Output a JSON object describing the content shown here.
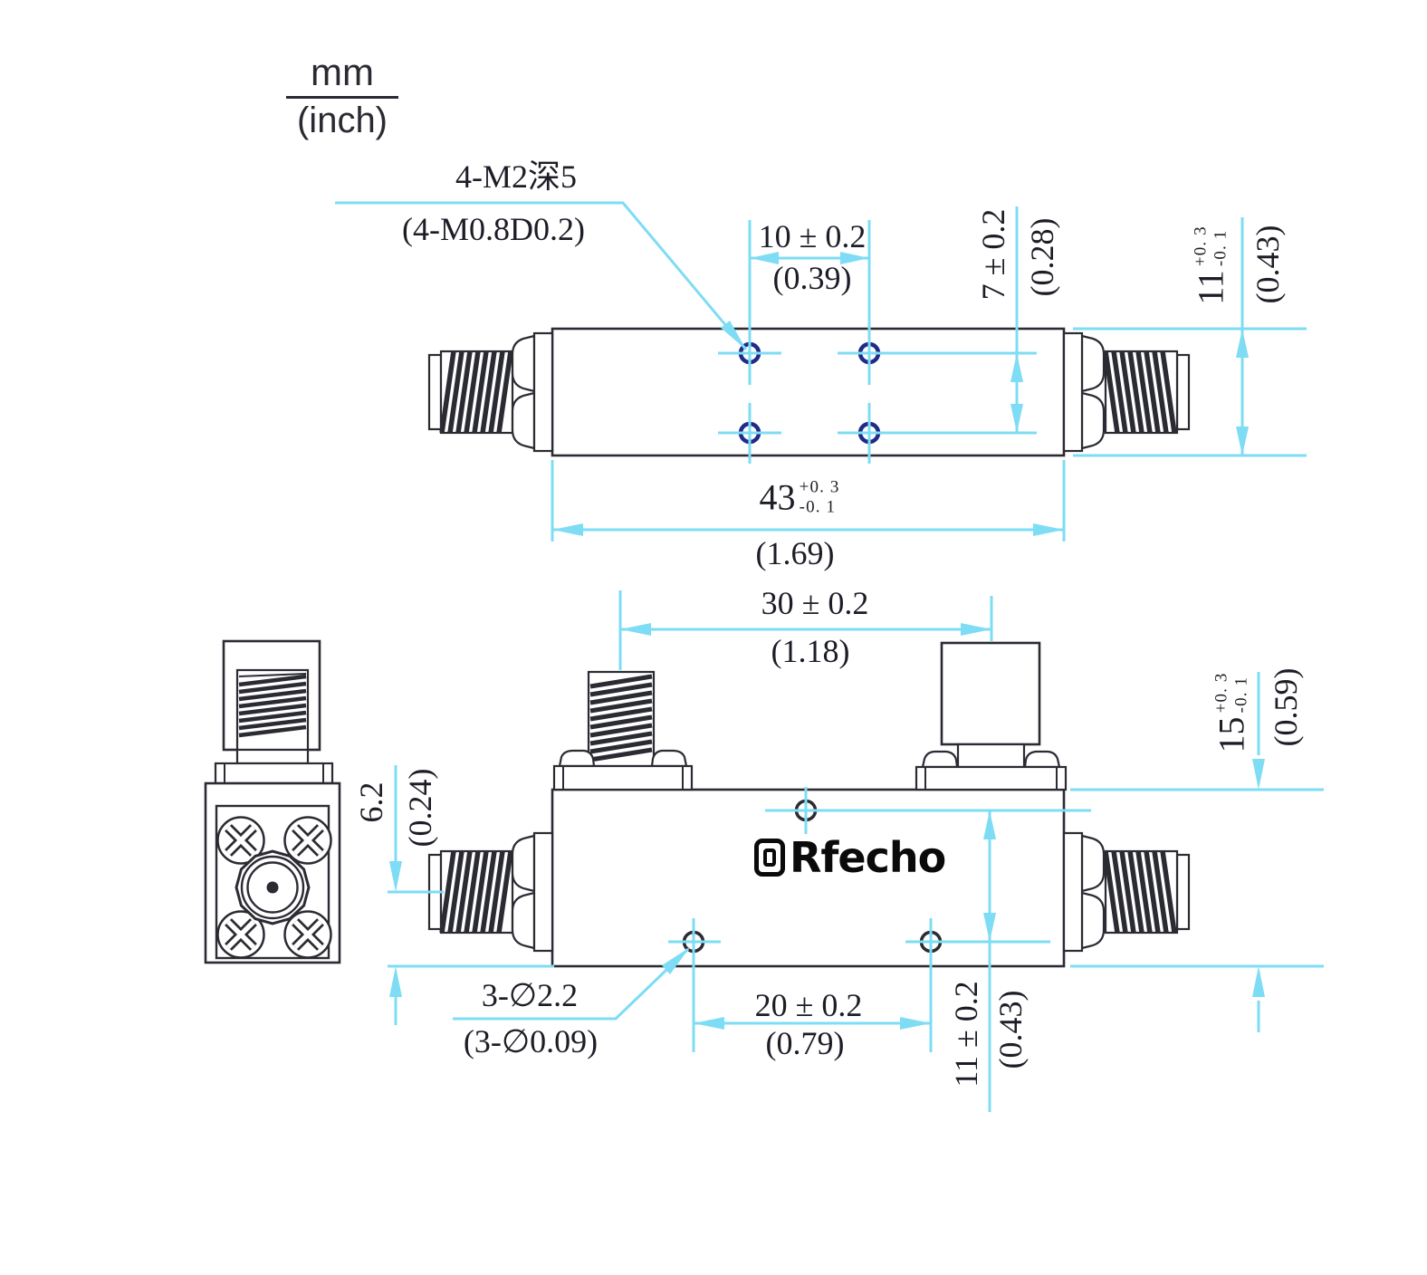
{
  "unit_legend": {
    "numerator": "mm",
    "denominator": "(inch)"
  },
  "notes": {
    "screw_thread": {
      "line1": "4-M2深5",
      "line2": "(4-M0.8D0.2)"
    },
    "mount_holes": {
      "line1": "3-∅2.2",
      "line2": "(3-∅0.09)"
    }
  },
  "dimensions": {
    "hole_spacing_x": {
      "mm": "10 ± 0.2",
      "inch": "(0.39)"
    },
    "hole_spacing_y": {
      "mm": "7 ± 0.2",
      "inch": "(0.28)"
    },
    "body_width": {
      "value": "11",
      "tol_plus": "+0. 3",
      "tol_minus": "-0. 1",
      "inch": "(0.43)"
    },
    "body_length": {
      "value": "43",
      "tol_plus": "+0. 3",
      "tol_minus": "-0. 1",
      "inch": "(1.69)"
    },
    "port_spacing": {
      "mm": "30 ± 0.2",
      "inch": "(1.18)"
    },
    "body_height": {
      "value": "15",
      "tol_plus": "+0. 3",
      "tol_minus": "-0. 1",
      "inch": "(0.59)"
    },
    "port_axis_offset": {
      "mm": "6.2",
      "inch": "(0.24)"
    },
    "mount_spacing_x": {
      "mm": "20 ± 0.2",
      "inch": "(0.79)"
    },
    "mount_spacing_y": {
      "mm": "11 ± 0.2",
      "inch": "(0.43)"
    }
  },
  "logo": {
    "text": "Rfecho"
  },
  "colors": {
    "line": "#2b2b33",
    "dimension": "#7edcf4",
    "tapped_hole": "#1f2b87",
    "text": "#1d1d27"
  }
}
